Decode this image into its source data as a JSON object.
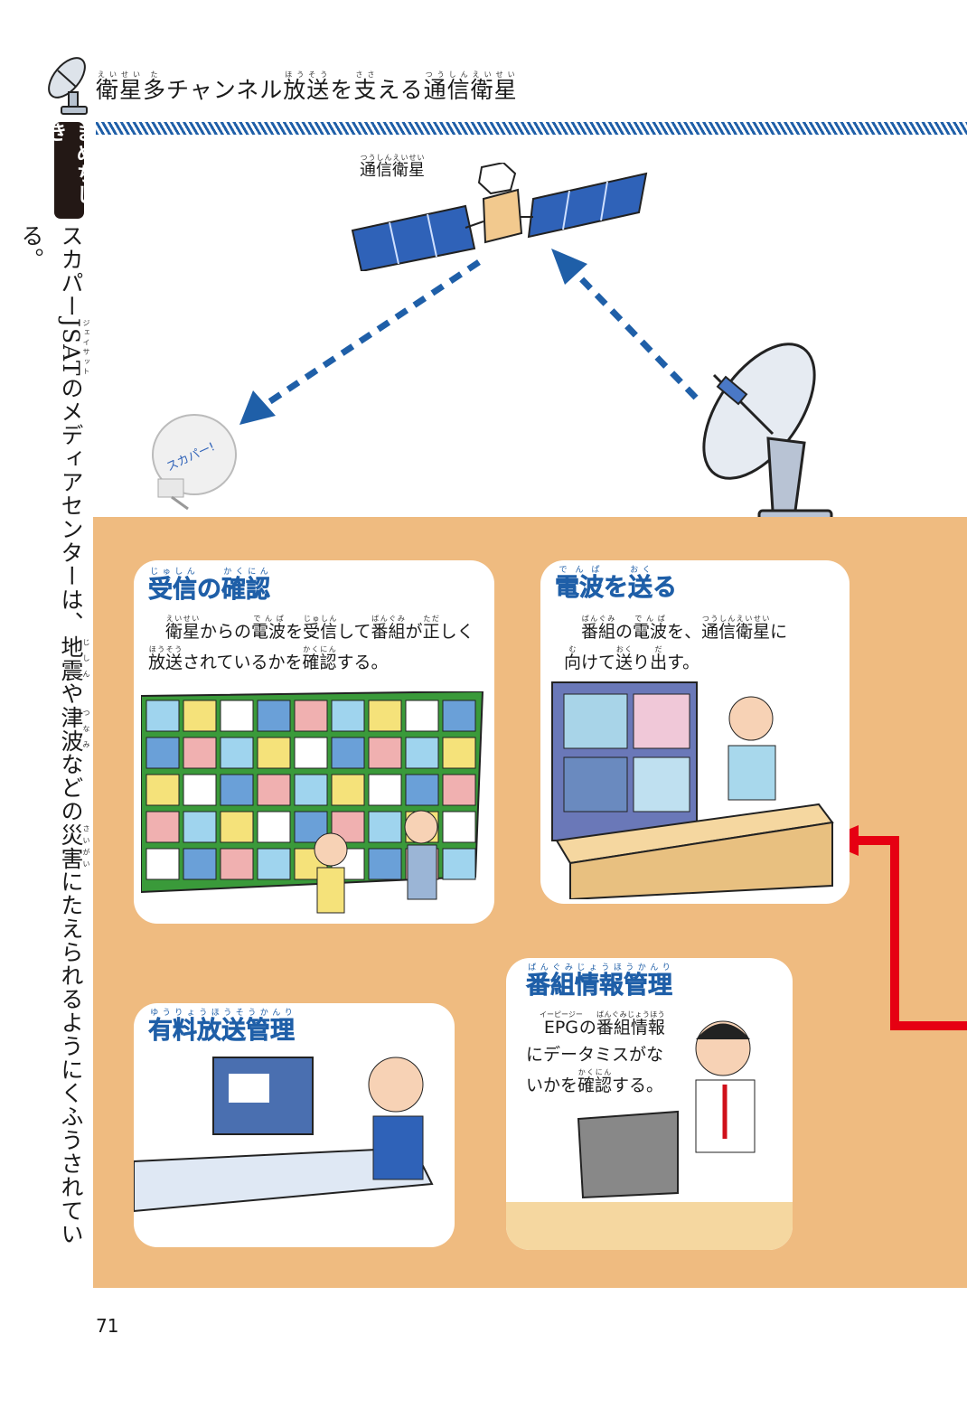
{
  "header": {
    "title": [
      {
        "t": "衛星",
        "r": "えいせい"
      },
      {
        "t": "多",
        "r": "た"
      },
      {
        "t": "チャンネル"
      },
      {
        "t": "放送",
        "r": "ほうそう"
      },
      {
        "t": "を"
      },
      {
        "t": "支",
        "r": "ささ"
      },
      {
        "t": "える"
      },
      {
        "t": "通信衛星",
        "r": "つうしんえいせい"
      }
    ]
  },
  "sidebar": {
    "badge": "まめちしき",
    "text": [
      {
        "t": "スカパー"
      },
      {
        "t": "JSAT",
        "r": "ジェイサット"
      },
      {
        "t": "のメディアセンターは、"
      },
      {
        "t": "地震",
        "r": "じしん"
      },
      {
        "t": "や"
      },
      {
        "t": "津波",
        "r": "つなみ"
      },
      {
        "t": "などの"
      },
      {
        "t": "災害",
        "r": "さいがい"
      },
      {
        "t": "にたえられるようにくふうされている。"
      }
    ]
  },
  "diagram": {
    "satellite_label": [
      {
        "t": "通信衛星",
        "r": "つうしんえいせい"
      }
    ],
    "dish_logo": "スカパー!",
    "colors": {
      "arrow_blue": "#1f5fa8",
      "arrow_red": "#e60012",
      "background": "#efbb80"
    }
  },
  "cards": [
    {
      "title": [
        {
          "t": "受信",
          "r": "じゅしん"
        },
        {
          "t": "の"
        },
        {
          "t": "確認",
          "r": "かくにん"
        }
      ],
      "body": [
        [
          {
            "t": "　"
          },
          {
            "t": "衛星",
            "r": "えいせい"
          },
          {
            "t": "からの"
          },
          {
            "t": "電波",
            "r": "でんぱ"
          },
          {
            "t": "を"
          },
          {
            "t": "受信",
            "r": "じゅしん"
          },
          {
            "t": "して"
          },
          {
            "t": "番組",
            "r": "ばんぐみ"
          },
          {
            "t": "が"
          },
          {
            "t": "正",
            "r": "ただ"
          },
          {
            "t": "しく"
          }
        ],
        [
          {
            "t": "放送",
            "r": "ほうそう"
          },
          {
            "t": "されているかを"
          },
          {
            "t": "確認",
            "r": "かくにん"
          },
          {
            "t": "する。"
          }
        ]
      ]
    },
    {
      "title": [
        {
          "t": "電波",
          "r": "でんぱ"
        },
        {
          "t": "を"
        },
        {
          "t": "送",
          "r": "おく"
        },
        {
          "t": "る"
        }
      ],
      "body": [
        [
          {
            "t": "　"
          },
          {
            "t": "番組",
            "r": "ばんぐみ"
          },
          {
            "t": "の"
          },
          {
            "t": "電波",
            "r": "でんぱ"
          },
          {
            "t": "を、"
          },
          {
            "t": "通信衛星",
            "r": "つうしんえいせい"
          },
          {
            "t": "に"
          }
        ],
        [
          {
            "t": "向",
            "r": "む"
          },
          {
            "t": "けて"
          },
          {
            "t": "送",
            "r": "おく"
          },
          {
            "t": "り"
          },
          {
            "t": "出",
            "r": "だ"
          },
          {
            "t": "す。"
          }
        ]
      ]
    },
    {
      "title": [
        {
          "t": "有料放送管理",
          "r": "ゆうりょうほうそうかんり"
        }
      ],
      "body": []
    },
    {
      "title": [
        {
          "t": "番組情報管理",
          "r": "ばんぐみじょうほうかんり"
        }
      ],
      "body": [
        [
          {
            "t": "　"
          },
          {
            "t": "EPG",
            "r": "イーピージー"
          },
          {
            "t": "の"
          },
          {
            "t": "番組情報",
            "r": "ばんぐみじょうほう"
          }
        ],
        [
          {
            "t": "にデータミスがな"
          }
        ],
        [
          {
            "t": "いかを"
          },
          {
            "t": "確認",
            "r": "かくにん"
          },
          {
            "t": "する。"
          }
        ]
      ]
    }
  ],
  "footer": {
    "page_number": "71"
  }
}
